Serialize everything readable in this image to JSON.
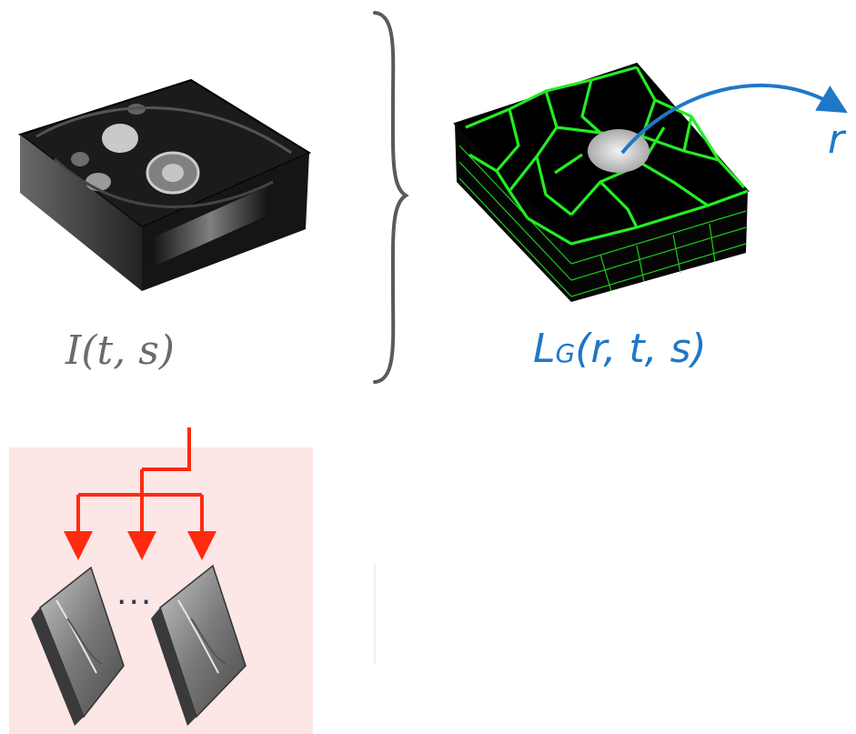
{
  "labels": {
    "image_func": "I(t, s)",
    "lg_main": "L",
    "lg_sub": "G",
    "lg_args": "(r, t, s)",
    "r": "r",
    "ellipsis": "..."
  },
  "colors": {
    "blue": "#1f77c8",
    "gray_text": "#6b6b6b",
    "red_arrow": "#ff2a10",
    "pink_panel": "#fde6e6",
    "green_edges": "#22ee22"
  },
  "icons": {
    "mri_volume": "mri-volume-icon",
    "graph_volume": "graph-volume-icon",
    "brace": "right-brace-icon",
    "filtered_volume": "filtered-volume-icon"
  }
}
